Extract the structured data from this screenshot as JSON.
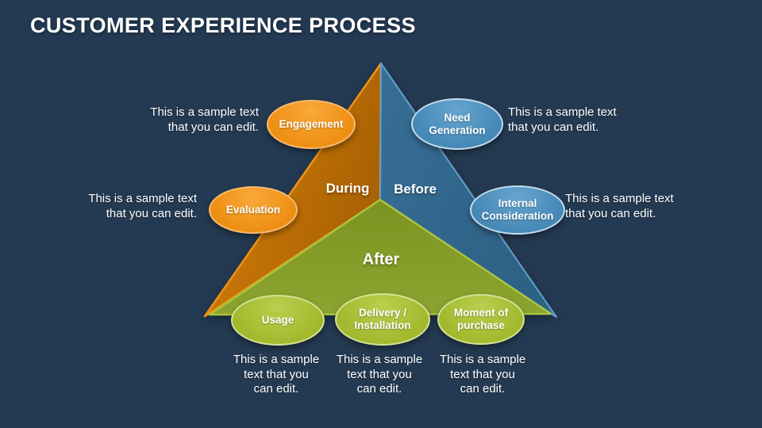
{
  "slide": {
    "title": "CUSTOMER EXPERIENCE PROCESS"
  },
  "colors": {
    "background": "#243a52",
    "during_face": "#b5660a",
    "before_face": "#33688e",
    "after_face": "#83992a",
    "stage_orange": "#f0921b",
    "stage_blue": "#4b8dbb",
    "stage_green": "#a3ba30",
    "text": "#ffffff"
  },
  "pyramid": {
    "during_label": "During",
    "before_label": "Before",
    "after_label": "After"
  },
  "stages": {
    "engagement": {
      "label": "Engagement",
      "note": [
        "This is a sample text",
        "that you can edit."
      ]
    },
    "need_generation": {
      "label": "Need Generation",
      "note": [
        "This is a sample text",
        "that you can edit."
      ]
    },
    "evaluation": {
      "label": "Evaluation",
      "note": [
        "This is a sample text",
        "that you can edit."
      ]
    },
    "internal_consideration": {
      "label": "Internal Consideration",
      "note": [
        "This is a sample text",
        "that you can edit."
      ]
    },
    "usage": {
      "label": "Usage",
      "note": [
        "This is a sample",
        "text that you",
        "can edit."
      ]
    },
    "delivery_installation": {
      "label": "Delivery / Installation",
      "note": [
        "This is a sample",
        "text that you",
        "can edit."
      ]
    },
    "moment_of_purchase": {
      "label": "Moment of purchase",
      "note": [
        "This is a sample",
        "text that you",
        "can edit."
      ]
    }
  }
}
